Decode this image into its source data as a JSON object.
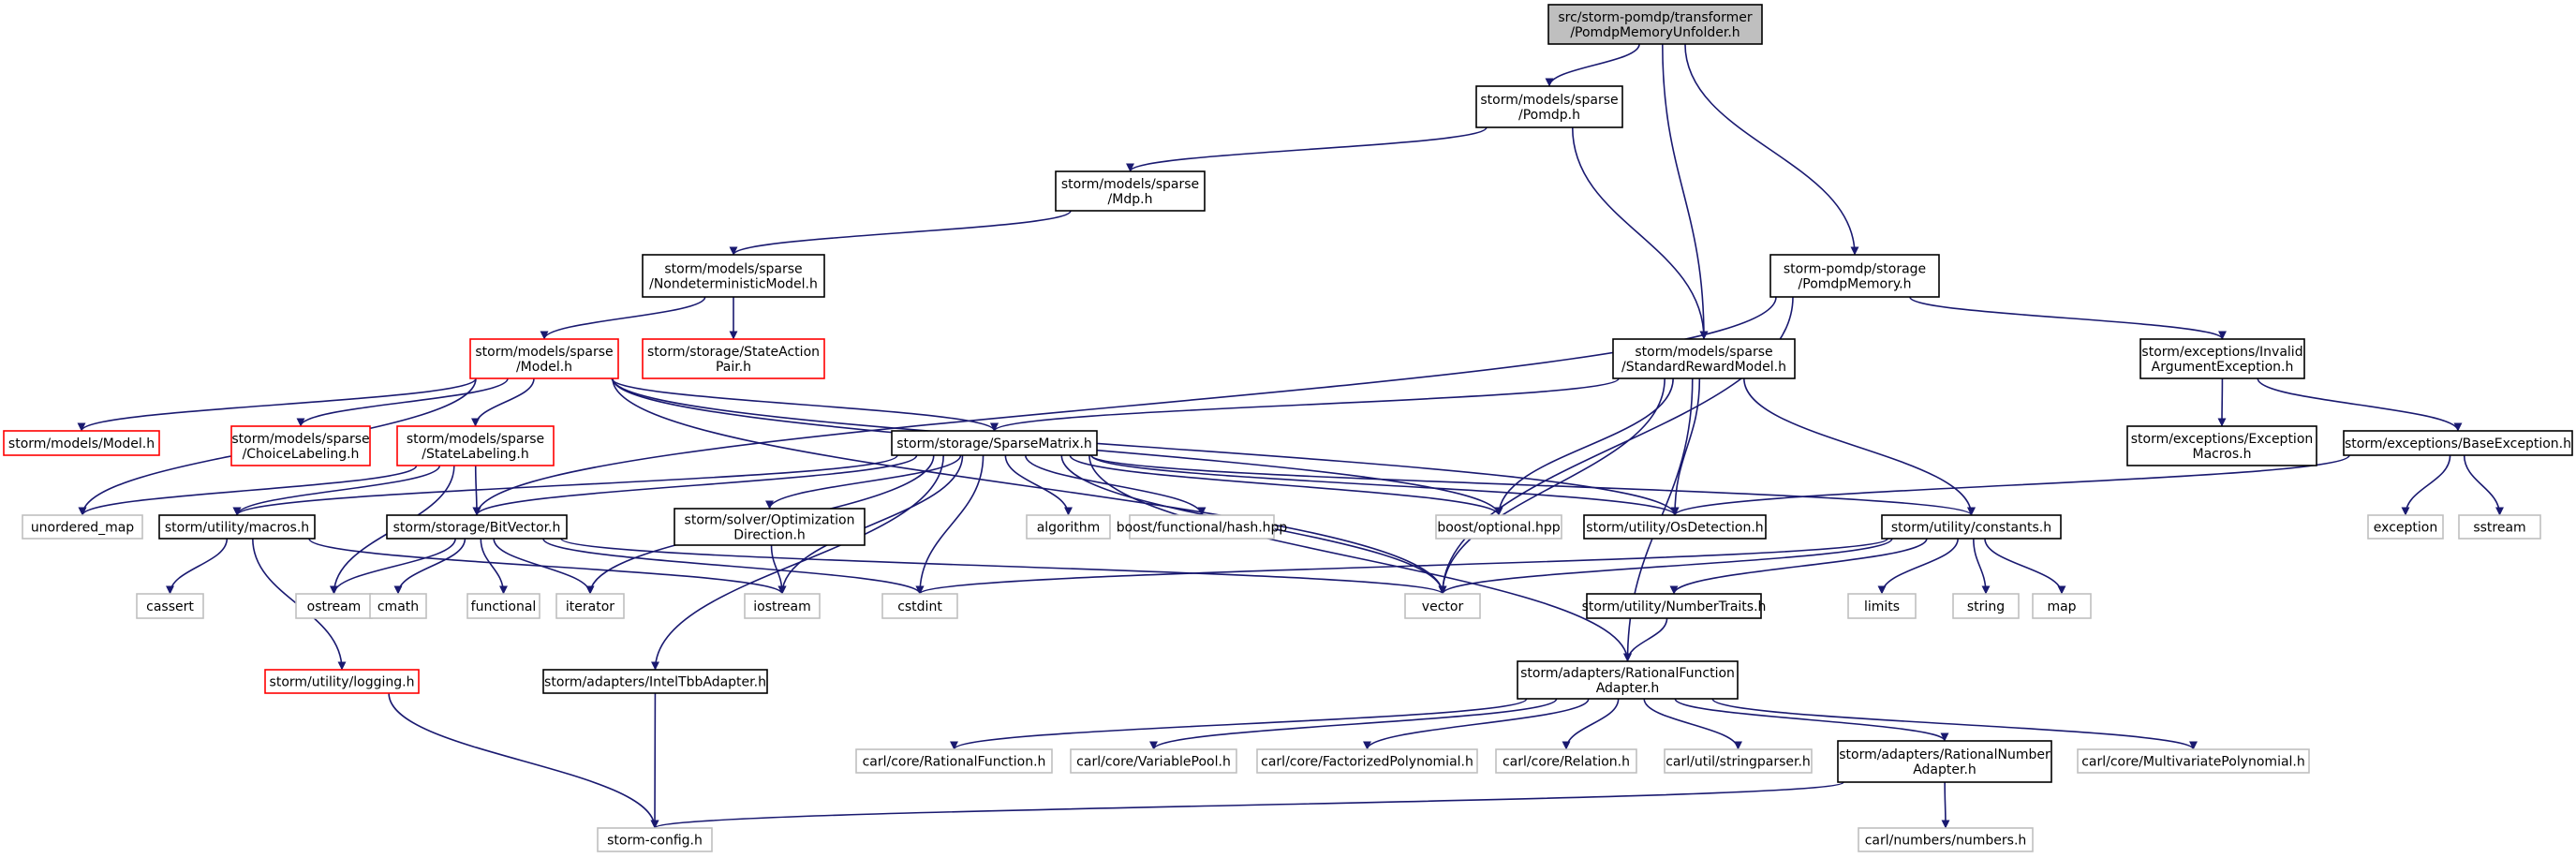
{
  "graph": {
    "colors": {
      "edge": "#191970",
      "external_node_border": "#bfbfbf",
      "missing_doc_border": "#ff0000",
      "root_fill": "#bfbfbf"
    },
    "nodes": [
      {
        "id": "root",
        "lines": [
          "src/storm-pomdp/transformer",
          "/PomdpMemoryUnfolder.h"
        ],
        "kind": "root"
      },
      {
        "id": "pomdp",
        "lines": [
          "storm/models/sparse",
          "/Pomdp.h"
        ],
        "kind": "doc"
      },
      {
        "id": "mdp",
        "lines": [
          "storm/models/sparse",
          "/Mdp.h"
        ],
        "kind": "doc"
      },
      {
        "id": "ndm",
        "lines": [
          "storm/models/sparse",
          "/NondeterministicModel.h"
        ],
        "kind": "doc"
      },
      {
        "id": "model",
        "lines": [
          "storm/models/sparse",
          "/Model.h"
        ],
        "kind": "missing"
      },
      {
        "id": "sap",
        "lines": [
          "storm/storage/StateAction",
          "Pair.h"
        ],
        "kind": "missing"
      },
      {
        "id": "pmem",
        "lines": [
          "storm-pomdp/storage",
          "/PomdpMemory.h"
        ],
        "kind": "doc"
      },
      {
        "id": "srm",
        "lines": [
          "storm/models/sparse",
          "/StandardRewardModel.h"
        ],
        "kind": "doc"
      },
      {
        "id": "iae",
        "lines": [
          "storm/exceptions/Invalid",
          "ArgumentException.h"
        ],
        "kind": "doc"
      },
      {
        "id": "emac",
        "lines": [
          "storm/exceptions/Exception",
          "Macros.h"
        ],
        "kind": "doc"
      },
      {
        "id": "bexc",
        "lines": [
          "storm/exceptions/BaseException.h"
        ],
        "kind": "doc"
      },
      {
        "id": "mmodel",
        "lines": [
          "storm/models/Model.h"
        ],
        "kind": "missing"
      },
      {
        "id": "chl",
        "lines": [
          "storm/models/sparse",
          "/ChoiceLabeling.h"
        ],
        "kind": "missing"
      },
      {
        "id": "stl",
        "lines": [
          "storm/models/sparse",
          "/StateLabeling.h"
        ],
        "kind": "missing"
      },
      {
        "id": "spm",
        "lines": [
          "storm/storage/SparseMatrix.h"
        ],
        "kind": "doc"
      },
      {
        "id": "umap",
        "lines": [
          "unordered_map"
        ],
        "kind": "ext"
      },
      {
        "id": "macros",
        "lines": [
          "storm/utility/macros.h"
        ],
        "kind": "doc"
      },
      {
        "id": "bitv",
        "lines": [
          "storm/storage/BitVector.h"
        ],
        "kind": "doc"
      },
      {
        "id": "optd",
        "lines": [
          "storm/solver/Optimization",
          "Direction.h"
        ],
        "kind": "doc"
      },
      {
        "id": "algo",
        "lines": [
          "algorithm"
        ],
        "kind": "ext"
      },
      {
        "id": "bhash",
        "lines": [
          "boost/functional/hash.hpp"
        ],
        "kind": "ext"
      },
      {
        "id": "bopt",
        "lines": [
          "boost/optional.hpp"
        ],
        "kind": "ext"
      },
      {
        "id": "osd",
        "lines": [
          "storm/utility/OsDetection.h"
        ],
        "kind": "doc"
      },
      {
        "id": "const",
        "lines": [
          "storm/utility/constants.h"
        ],
        "kind": "doc"
      },
      {
        "id": "exc",
        "lines": [
          "exception"
        ],
        "kind": "ext"
      },
      {
        "id": "sstream",
        "lines": [
          "sstream"
        ],
        "kind": "ext"
      },
      {
        "id": "cassert",
        "lines": [
          "cassert"
        ],
        "kind": "ext"
      },
      {
        "id": "ostream",
        "lines": [
          "ostream"
        ],
        "kind": "ext"
      },
      {
        "id": "cmath",
        "lines": [
          "cmath"
        ],
        "kind": "ext"
      },
      {
        "id": "functional",
        "lines": [
          "functional"
        ],
        "kind": "ext"
      },
      {
        "id": "iterator",
        "lines": [
          "iterator"
        ],
        "kind": "ext"
      },
      {
        "id": "iostream",
        "lines": [
          "iostream"
        ],
        "kind": "ext"
      },
      {
        "id": "cstdint",
        "lines": [
          "cstdint"
        ],
        "kind": "ext"
      },
      {
        "id": "vector",
        "lines": [
          "vector"
        ],
        "kind": "ext"
      },
      {
        "id": "ntraits",
        "lines": [
          "storm/utility/NumberTraits.h"
        ],
        "kind": "doc"
      },
      {
        "id": "limits",
        "lines": [
          "limits"
        ],
        "kind": "ext"
      },
      {
        "id": "string",
        "lines": [
          "string"
        ],
        "kind": "ext"
      },
      {
        "id": "map",
        "lines": [
          "map"
        ],
        "kind": "ext"
      },
      {
        "id": "logging",
        "lines": [
          "storm/utility/logging.h"
        ],
        "kind": "missing"
      },
      {
        "id": "itbb",
        "lines": [
          "storm/adapters/IntelTbbAdapter.h"
        ],
        "kind": "doc"
      },
      {
        "id": "rfa",
        "lines": [
          "storm/adapters/RationalFunction",
          "Adapter.h"
        ],
        "kind": "doc"
      },
      {
        "id": "crf",
        "lines": [
          "carl/core/RationalFunction.h"
        ],
        "kind": "ext"
      },
      {
        "id": "cvp",
        "lines": [
          "carl/core/VariablePool.h"
        ],
        "kind": "ext"
      },
      {
        "id": "cfp",
        "lines": [
          "carl/core/FactorizedPolynomial.h"
        ],
        "kind": "ext"
      },
      {
        "id": "crel",
        "lines": [
          "carl/core/Relation.h"
        ],
        "kind": "ext"
      },
      {
        "id": "csp",
        "lines": [
          "carl/util/stringparser.h"
        ],
        "kind": "ext"
      },
      {
        "id": "rna",
        "lines": [
          "storm/adapters/RationalNumber",
          "Adapter.h"
        ],
        "kind": "doc"
      },
      {
        "id": "cmp",
        "lines": [
          "carl/core/MultivariatePolynomial.h"
        ],
        "kind": "ext"
      },
      {
        "id": "scfg",
        "lines": [
          "storm-config.h"
        ],
        "kind": "ext"
      },
      {
        "id": "cnum",
        "lines": [
          "carl/numbers/numbers.h"
        ],
        "kind": "ext"
      }
    ],
    "edges": [
      [
        "root",
        "pomdp"
      ],
      [
        "root",
        "srm"
      ],
      [
        "root",
        "pmem"
      ],
      [
        "pomdp",
        "mdp"
      ],
      [
        "pomdp",
        "srm"
      ],
      [
        "mdp",
        "ndm"
      ],
      [
        "ndm",
        "model"
      ],
      [
        "ndm",
        "sap"
      ],
      [
        "model",
        "mmodel"
      ],
      [
        "model",
        "chl"
      ],
      [
        "model",
        "stl"
      ],
      [
        "model",
        "spm"
      ],
      [
        "model",
        "umap"
      ],
      [
        "model",
        "bopt"
      ],
      [
        "model",
        "osd"
      ],
      [
        "model",
        "vector"
      ],
      [
        "pmem",
        "bitv"
      ],
      [
        "pmem",
        "vector"
      ],
      [
        "srm",
        "spm"
      ],
      [
        "srm",
        "bopt"
      ],
      [
        "srm",
        "osd"
      ],
      [
        "srm",
        "const"
      ],
      [
        "srm",
        "vector"
      ],
      [
        "srm",
        "rfa"
      ],
      [
        "iae",
        "emac"
      ],
      [
        "iae",
        "bexc"
      ],
      [
        "pmem",
        "iae"
      ],
      [
        "bexc",
        "osd"
      ],
      [
        "bexc",
        "exc"
      ],
      [
        "bexc",
        "sstream"
      ],
      [
        "stl",
        "umap"
      ],
      [
        "stl",
        "macros"
      ],
      [
        "stl",
        "bitv"
      ],
      [
        "stl",
        "ostream"
      ],
      [
        "spm",
        "macros"
      ],
      [
        "spm",
        "bitv"
      ],
      [
        "spm",
        "optd"
      ],
      [
        "spm",
        "algo"
      ],
      [
        "spm",
        "bhash"
      ],
      [
        "spm",
        "bopt"
      ],
      [
        "spm",
        "osd"
      ],
      [
        "spm",
        "const"
      ],
      [
        "spm",
        "iterator"
      ],
      [
        "spm",
        "iostream"
      ],
      [
        "spm",
        "cstdint"
      ],
      [
        "spm",
        "vector"
      ],
      [
        "spm",
        "itbb"
      ],
      [
        "spm",
        "rfa"
      ],
      [
        "macros",
        "cassert"
      ],
      [
        "macros",
        "iostream"
      ],
      [
        "macros",
        "logging"
      ],
      [
        "bitv",
        "ostream"
      ],
      [
        "bitv",
        "cmath"
      ],
      [
        "bitv",
        "functional"
      ],
      [
        "bitv",
        "iterator"
      ],
      [
        "bitv",
        "cstdint"
      ],
      [
        "bitv",
        "vector"
      ],
      [
        "optd",
        "iostream"
      ],
      [
        "const",
        "cstdint"
      ],
      [
        "const",
        "vector"
      ],
      [
        "const",
        "ntraits"
      ],
      [
        "const",
        "limits"
      ],
      [
        "const",
        "string"
      ],
      [
        "const",
        "map"
      ],
      [
        "ntraits",
        "rfa"
      ],
      [
        "logging",
        "scfg"
      ],
      [
        "itbb",
        "scfg"
      ],
      [
        "rfa",
        "crf"
      ],
      [
        "rfa",
        "cvp"
      ],
      [
        "rfa",
        "cfp"
      ],
      [
        "rfa",
        "crel"
      ],
      [
        "rfa",
        "csp"
      ],
      [
        "rfa",
        "rna"
      ],
      [
        "rfa",
        "cmp"
      ],
      [
        "rna",
        "scfg"
      ],
      [
        "rna",
        "cnum"
      ]
    ]
  }
}
